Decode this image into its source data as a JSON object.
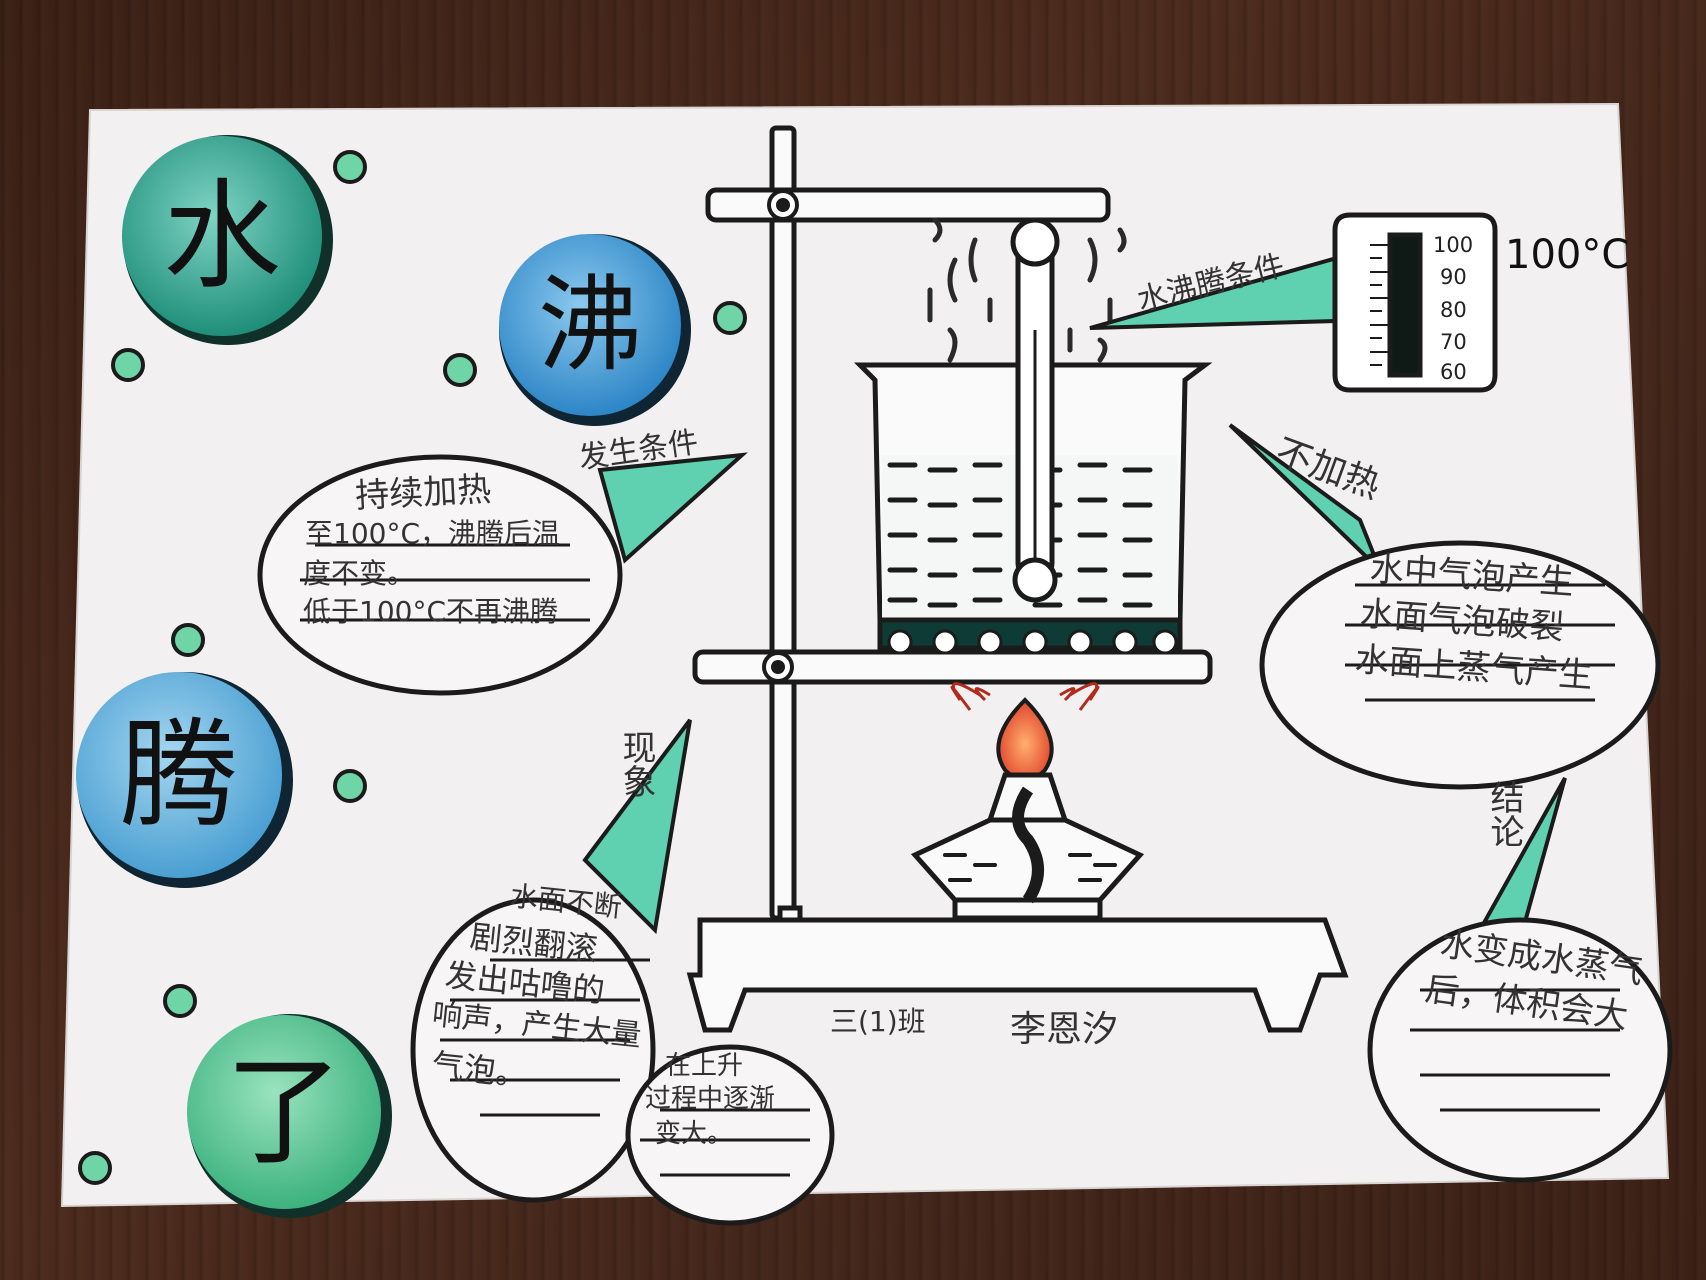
{
  "title_chars": [
    "水",
    "沸",
    "腾",
    "了"
  ],
  "thermometer_temp": "100°C",
  "scale_ticks": [
    "100",
    "90",
    "80",
    "70",
    "60"
  ],
  "callouts": {
    "boiling_condition": "水沸腾条件",
    "occurrence_condition": "发生条件",
    "heating": "不加热",
    "phenomenon": "现象",
    "conclusion": "结论"
  },
  "condition_bubble": [
    "持续加热",
    "至100°C，沸腾后温",
    "度不变。",
    "低于100°C不再沸腾"
  ],
  "heating_bubble": [
    "水中气泡产生",
    "水面气泡破裂",
    "水面上蒸气产生"
  ],
  "phenomenon_bubble": [
    "水面不断",
    "剧烈翻滚",
    "发出咕噜的",
    "响声，产生大量",
    "气泡。"
  ],
  "small_bubble": [
    "在上升",
    "过程中逐渐",
    "变大。"
  ],
  "conclusion_bubble": [
    "水变成水蒸气",
    "后，体积会大"
  ],
  "author": {
    "class": "三(1)班",
    "name": "李恩汐"
  },
  "colors": {
    "teal": "#2f9e86",
    "blue": "#3d9ad6",
    "green_circle": "#52c48f",
    "callout_fill": "#5fd0b0",
    "flame_red": "#e8553a",
    "paper": "#f3f1f2",
    "ink": "#1b1b1b"
  }
}
